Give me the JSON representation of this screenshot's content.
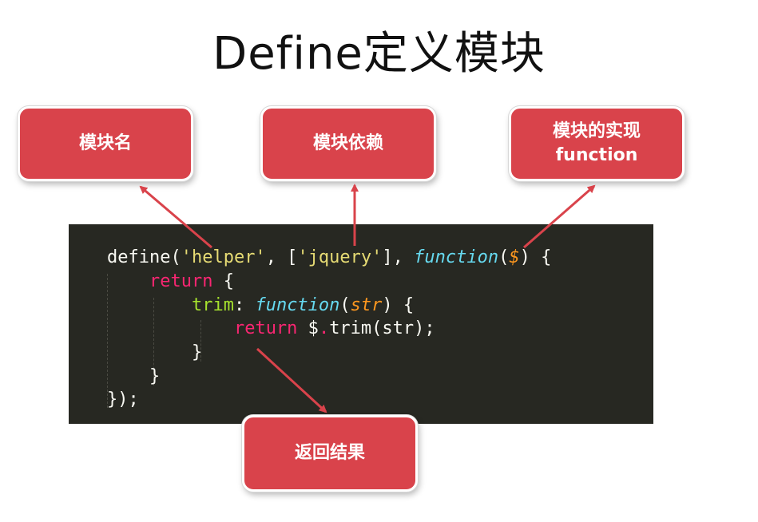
{
  "title": "Define定义模块",
  "callouts": {
    "module_name": "模块名",
    "module_deps": "模块依赖",
    "module_impl_line1": "模块的实现",
    "module_impl_line2": "function",
    "return_result": "返回结果"
  },
  "code": {
    "line1": [
      {
        "text": "define(",
        "cls": "t-plain"
      },
      {
        "text": "'helper'",
        "cls": "t-str"
      },
      {
        "text": ", [",
        "cls": "t-plain"
      },
      {
        "text": "'jquery'",
        "cls": "t-str"
      },
      {
        "text": "], ",
        "cls": "t-plain"
      },
      {
        "text": "function",
        "cls": "t-fn"
      },
      {
        "text": "(",
        "cls": "t-plain"
      },
      {
        "text": "$",
        "cls": "t-param"
      },
      {
        "text": ") {",
        "cls": "t-plain"
      }
    ],
    "line2": [
      {
        "text": "    ",
        "cls": "t-plain"
      },
      {
        "text": "return",
        "cls": "t-kw"
      },
      {
        "text": " {",
        "cls": "t-plain"
      }
    ],
    "line3": [
      {
        "text": "        ",
        "cls": "t-plain"
      },
      {
        "text": "trim",
        "cls": "t-prop"
      },
      {
        "text": ": ",
        "cls": "t-plain"
      },
      {
        "text": "function",
        "cls": "t-fn"
      },
      {
        "text": "(",
        "cls": "t-plain"
      },
      {
        "text": "str",
        "cls": "t-param"
      },
      {
        "text": ") {",
        "cls": "t-plain"
      }
    ],
    "line4": [
      {
        "text": "            ",
        "cls": "t-plain"
      },
      {
        "text": "return",
        "cls": "t-kw"
      },
      {
        "text": " $",
        "cls": "t-plain"
      },
      {
        "text": ".",
        "cls": "t-kw"
      },
      {
        "text": "trim(str);",
        "cls": "t-plain"
      }
    ],
    "line5": [
      {
        "text": "        }",
        "cls": "t-plain"
      }
    ],
    "line6": [
      {
        "text": "    }",
        "cls": "t-plain"
      }
    ],
    "line7": [
      {
        "text": "});",
        "cls": "t-plain"
      }
    ]
  },
  "colors": {
    "callout_fill": "#d9434b",
    "arrow": "#d9434b",
    "code_bg": "#272822"
  }
}
